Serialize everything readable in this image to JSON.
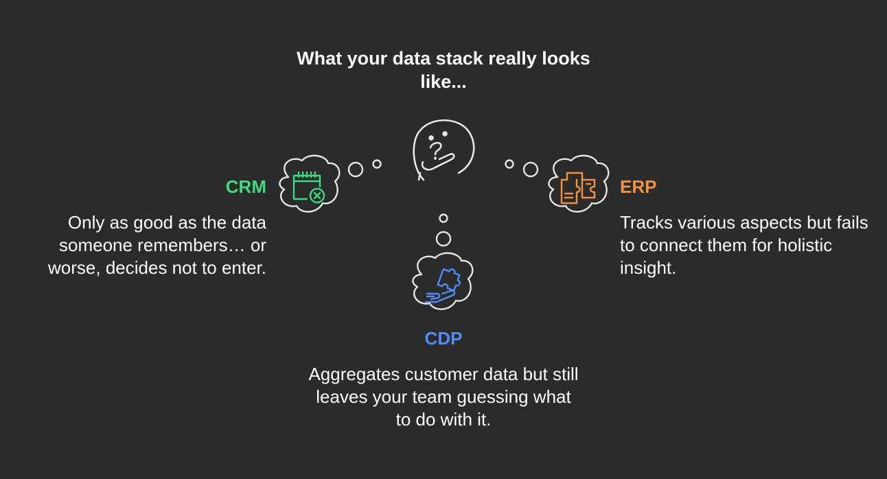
{
  "title": "What your data stack really looks like...",
  "colors": {
    "background": "#2b2b2b",
    "crm": "#3ddc84",
    "erp": "#f5923e",
    "cdp": "#4f8ef7",
    "outline": "#e6e6e6"
  },
  "nodes": {
    "crm": {
      "label": "CRM",
      "description": "Only as good as the data someone remembers… or worse, decides not to enter.",
      "icon": "calendar-x-icon"
    },
    "erp": {
      "label": "ERP",
      "description": "Tracks various aspects but fails to connect them for holistic insight.",
      "icon": "puzzle-documents-icon"
    },
    "cdp": {
      "label": "CDP",
      "description": "Aggregates customer data but still leaves your team guessing what to do with it.",
      "icon": "hand-puzzle-icon"
    }
  },
  "center_icon": "thinking-face-icon"
}
